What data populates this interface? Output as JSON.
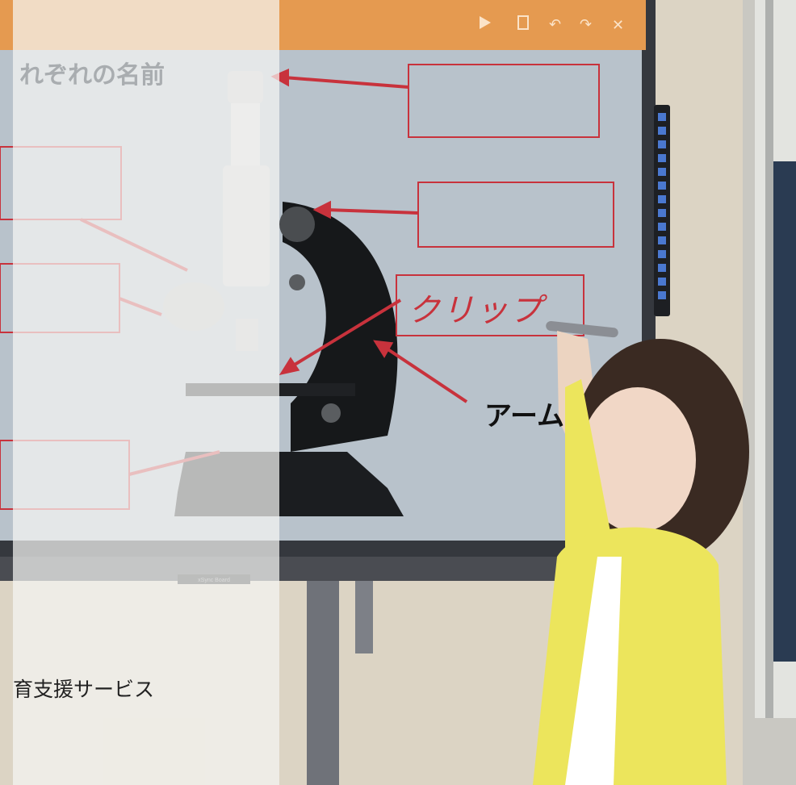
{
  "slide": {
    "title": "れぞれの名前",
    "label_arm": "アーム",
    "handwritten_label": "クリップ"
  },
  "panel": {
    "caption": "育支援サービス"
  },
  "board": {
    "brand": "xSync Board"
  },
  "window_controls": {
    "icons": [
      "play-icon",
      "page-icon",
      "undo-icon",
      "redo-icon",
      "close-icon"
    ]
  },
  "side_toolbar": {
    "icons": [
      "record-icon",
      "upload-icon",
      "gear-icon",
      "pointer-icon",
      "pen-icon",
      "eraser-icon",
      "shape-icon",
      "zoom-icon",
      "next-icon",
      "prev-icon",
      "camera-icon",
      "tools-icon",
      "menu-icon",
      "screen-icon"
    ]
  },
  "colors": {
    "board_frame": "#3b3e44",
    "slide_background": "#b8c2cb",
    "annotation_red": "#c8323c",
    "window_titlebar": "#e59a50",
    "sweater_yellow": "#ece55c"
  }
}
